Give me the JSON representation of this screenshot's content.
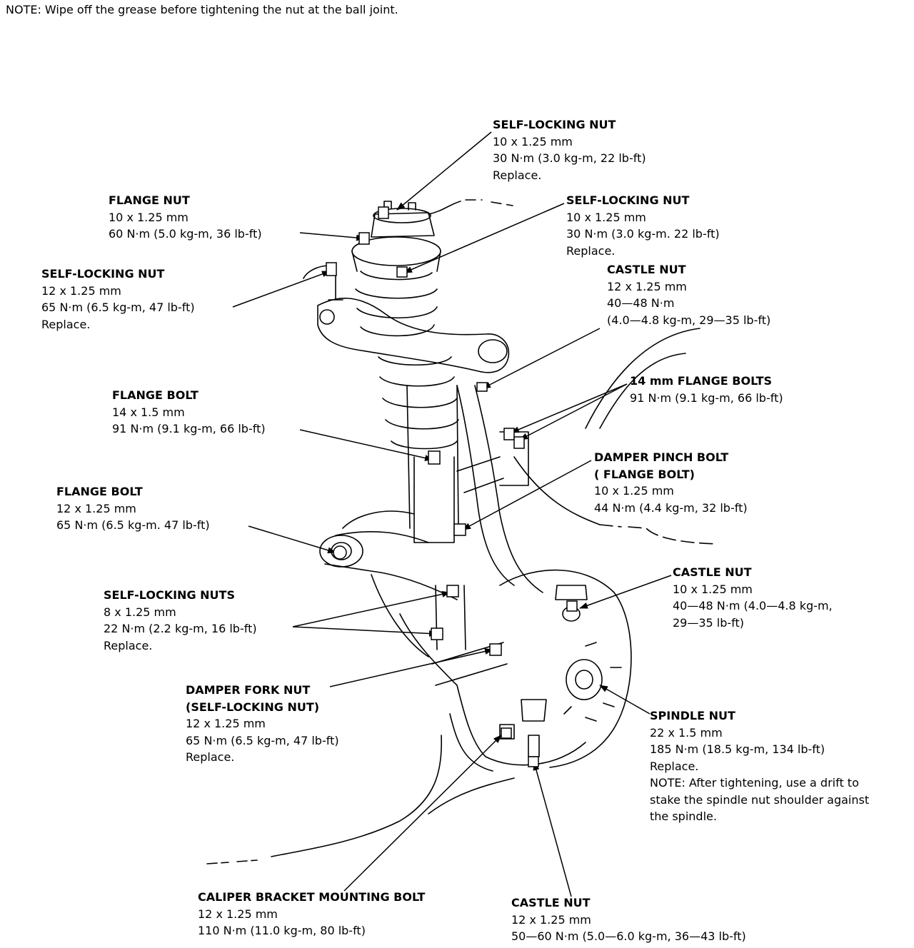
{
  "note": "NOTE:  Wipe off the grease before tightening the nut at the ball joint.",
  "callouts": [
    {
      "id": "self-locking-nut-top",
      "lines": [
        "SELF-LOCKING NUT",
        "10 x 1.25 mm",
        "30 N·m (3.0 kg-m, 22 lb-ft)",
        "Replace."
      ]
    },
    {
      "id": "flange-nut",
      "lines": [
        "FLANGE NUT",
        "10 x 1.25 mm",
        "60 N·m (5.0 kg-m, 36 lb-ft)"
      ]
    },
    {
      "id": "self-locking-nut-mid",
      "lines": [
        "SELF-LOCKING NUT",
        "10 x 1.25 mm",
        "30 N·m (3.0 kg-m. 22 lb-ft)",
        "Replace."
      ]
    },
    {
      "id": "self-locking-nut-left",
      "lines": [
        "SELF-LOCKING NUT",
        "12 x 1.25 mm",
        "65 N·m (6.5 kg-m, 47 lb-ft)",
        "Replace."
      ]
    },
    {
      "id": "castle-nut-upper",
      "lines": [
        "CASTLE NUT",
        "12 x 1.25 mm",
        "40—48 N·m",
        "(4.0—4.8 kg-m, 29—35 lb-ft)"
      ]
    },
    {
      "id": "flange-bolts-14mm",
      "lines": [
        "14 mm FLANGE BOLTS",
        "91 N·m (9.1 kg-m, 66 lb-ft)"
      ]
    },
    {
      "id": "flange-bolt-14",
      "lines": [
        "FLANGE BOLT",
        "14 x 1.5 mm",
        "91 N·m (9.1 kg-m, 66 lb-ft)"
      ]
    },
    {
      "id": "damper-pinch-bolt",
      "lines": [
        "DAMPER PINCH BOLT",
        "( FLANGE BOLT)",
        "10 x 1.25 mm",
        "44 N·m (4.4 kg-m, 32 lb-ft)"
      ]
    },
    {
      "id": "flange-bolt-12",
      "lines": [
        "FLANGE BOLT",
        "12 x 1.25 mm",
        "65 N·m (6.5 kg-m. 47 lb-ft)"
      ]
    },
    {
      "id": "castle-nut-right",
      "lines": [
        "CASTLE NUT",
        "10 x 1.25 mm",
        "40—48 N·m (4.0—4.8 kg-m,",
        "29—35 lb-ft)"
      ]
    },
    {
      "id": "self-locking-nuts",
      "lines": [
        "SELF-LOCKING NUTS",
        "8 x 1.25 mm",
        "22 N·m (2.2 kg-m, 16 lb-ft)",
        "Replace."
      ]
    },
    {
      "id": "damper-fork-nut",
      "lines": [
        "DAMPER FORK NUT",
        "(SELF-LOCKING NUT)",
        "12 x 1.25 mm",
        "65 N·m (6.5 kg-m, 47 lb-ft)",
        "Replace."
      ]
    },
    {
      "id": "spindle-nut",
      "lines": [
        "SPINDLE NUT",
        "22 x 1.5 mm",
        "185 N·m (18.5 kg-m, 134 lb-ft)",
        "Replace.",
        "NOTE:  After tightening, use a drift to",
        "stake the spindle nut shoulder against",
        "the spindle."
      ]
    },
    {
      "id": "caliper-bracket-bolt",
      "lines": [
        "CALIPER BRACKET MOUNTING BOLT",
        "12 x 1.25 mm",
        "110 N·m (11.0 kg-m, 80 lb-ft)"
      ]
    },
    {
      "id": "castle-nut-lower",
      "lines": [
        "CASTLE NUT",
        "12 x 1.25 mm",
        "50—60 N·m (5.0—6.0 kg-m, 36—43 lb-ft)"
      ]
    }
  ]
}
